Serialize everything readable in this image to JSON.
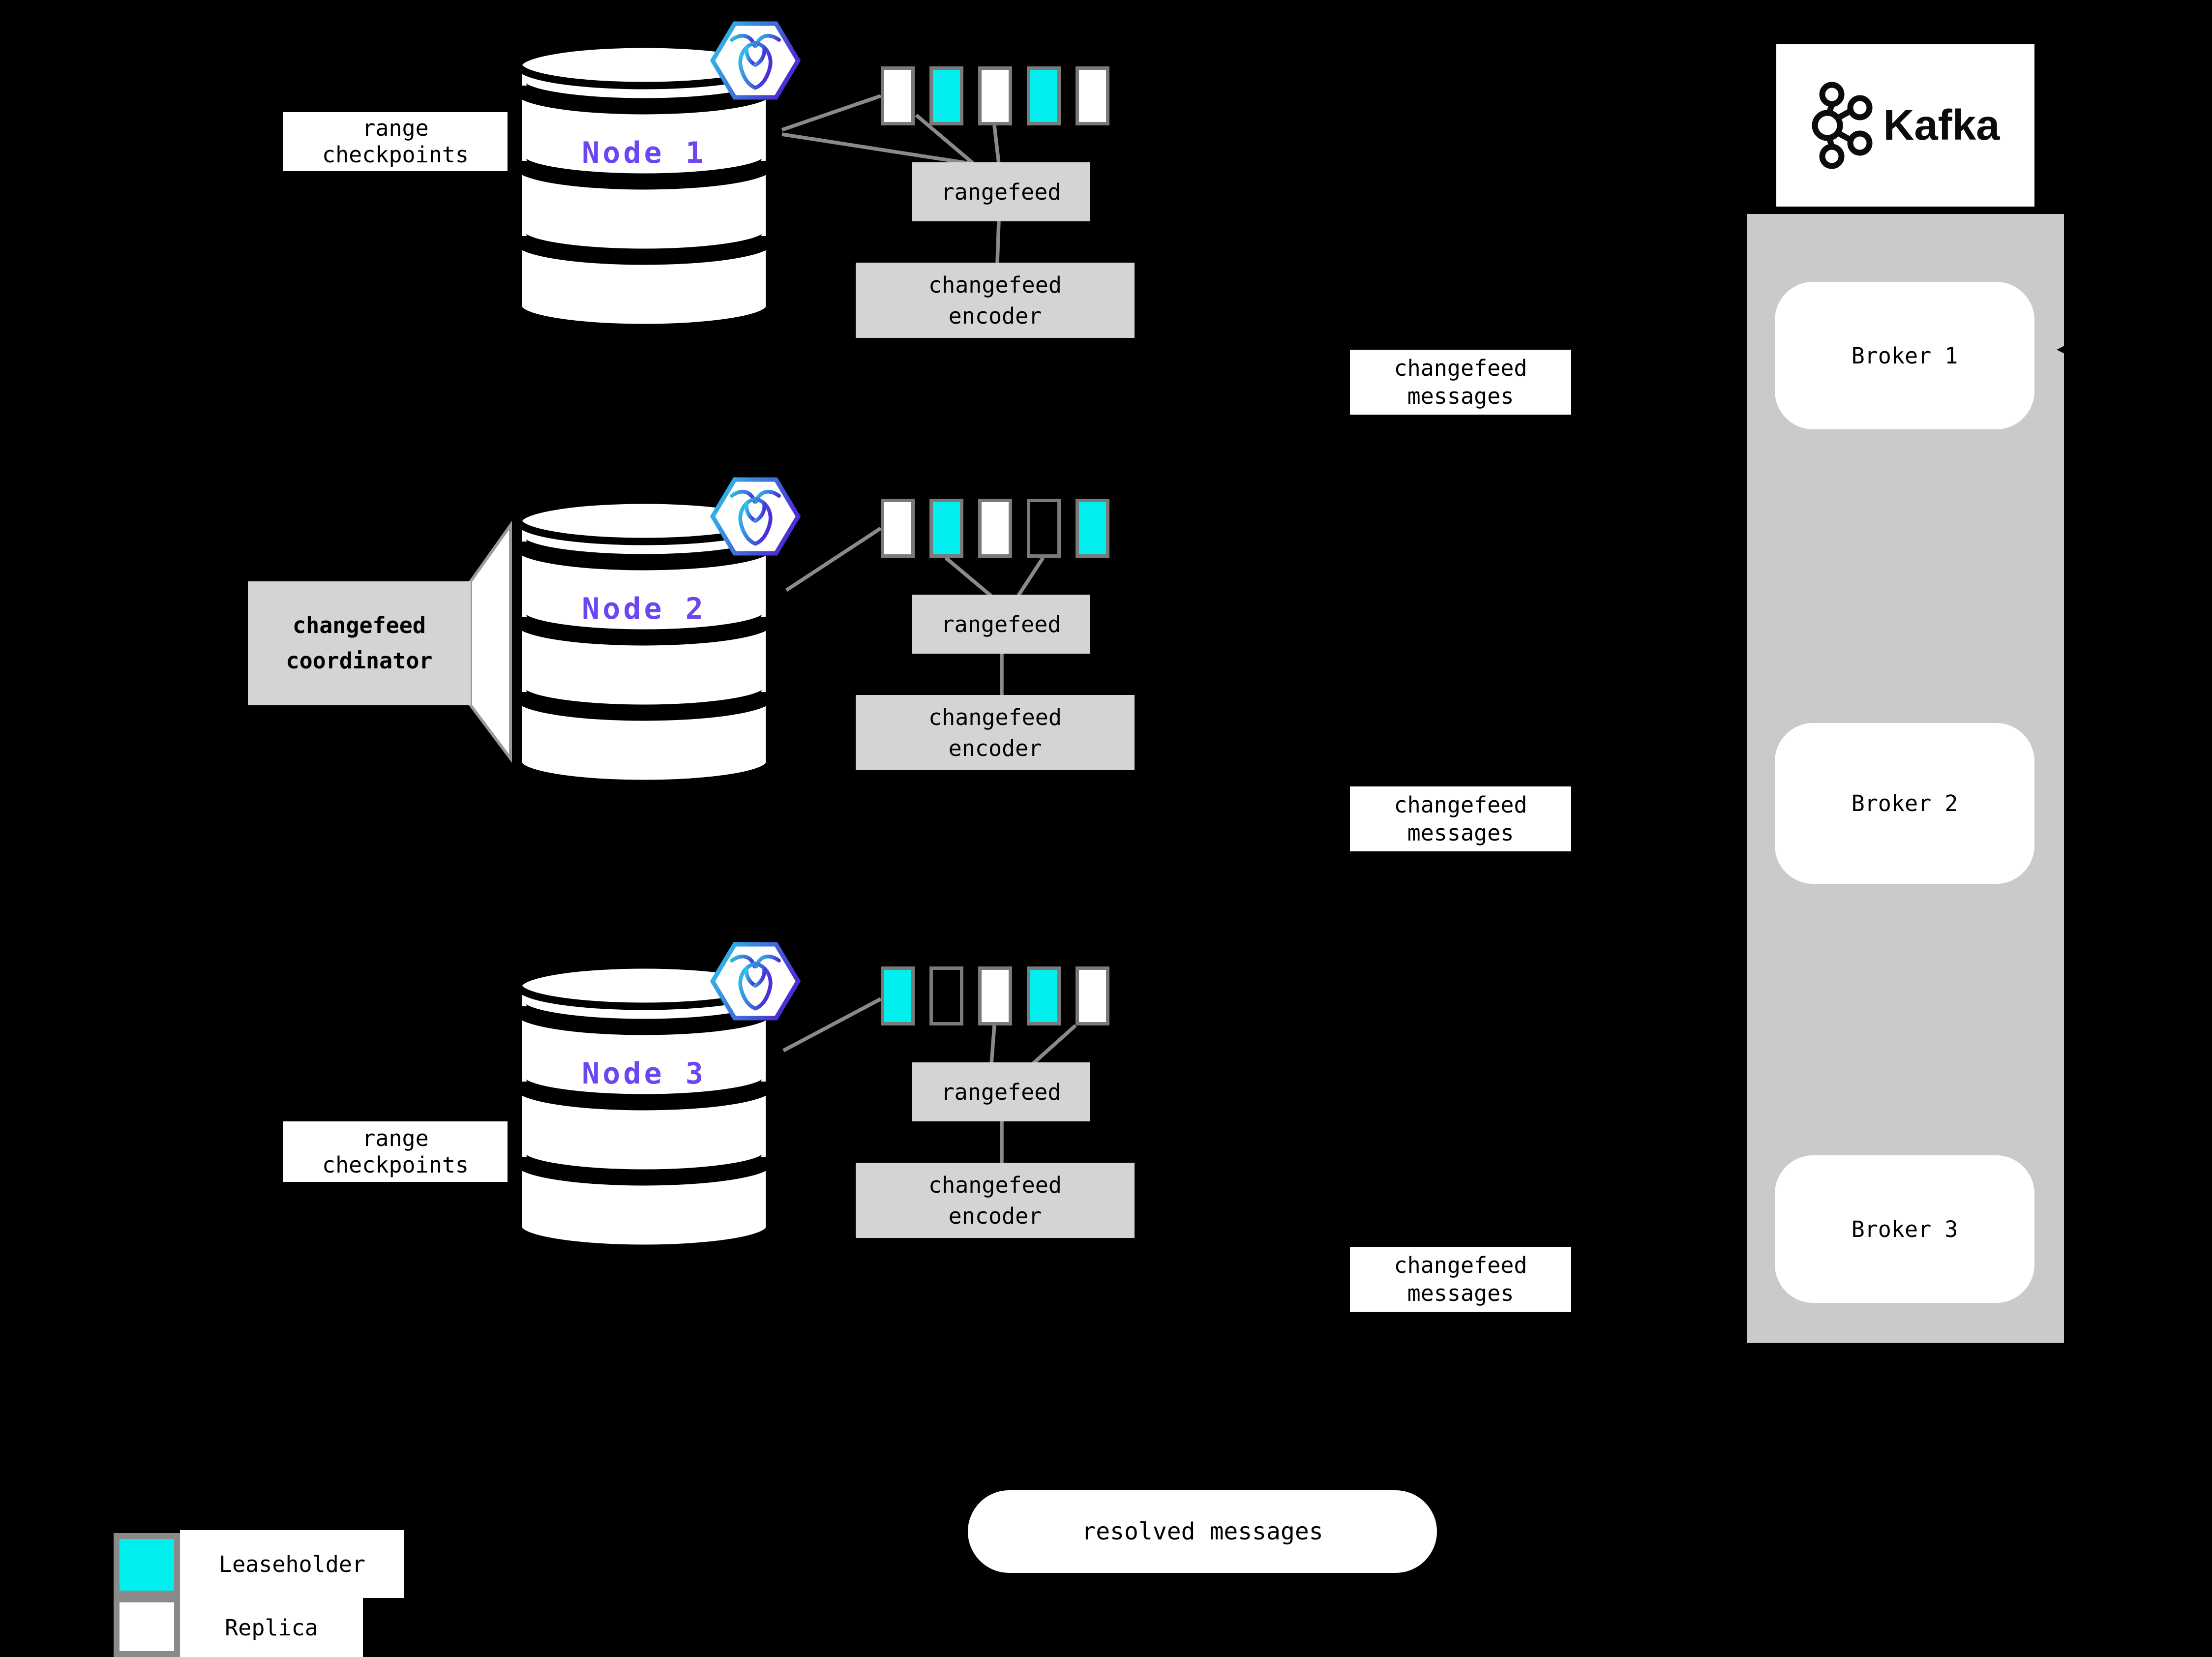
{
  "nodes": [
    {
      "name": "Node 1",
      "checkpoint_label": "range checkpoints",
      "rangefeed_label": "rangefeed",
      "encoder_label": "changefeed encoder",
      "messages_label": "changefeed messages",
      "ranges": [
        "replica",
        "leaseholder",
        "replica",
        "leaseholder",
        "replica"
      ]
    },
    {
      "name": "Node 2",
      "coordinator_label": "changefeed coordinator",
      "rangefeed_label": "rangefeed",
      "encoder_label": "changefeed encoder",
      "messages_label": "changefeed messages",
      "ranges": [
        "replica",
        "leaseholder",
        "replica",
        "none",
        "leaseholder"
      ]
    },
    {
      "name": "Node 3",
      "checkpoint_label": "range checkpoints",
      "rangefeed_label": "rangefeed",
      "encoder_label": "changefeed encoder",
      "messages_label": "changefeed messages",
      "ranges": [
        "leaseholder",
        "none",
        "replica",
        "leaseholder",
        "replica"
      ]
    }
  ],
  "kafka": {
    "label": "Kafka",
    "brokers": [
      "Broker 1",
      "Broker 2",
      "Broker 3"
    ]
  },
  "resolved_messages_label": "resolved messages",
  "legend": {
    "items": [
      {
        "label": "Leaseholder",
        "type": "leaseholder"
      },
      {
        "label": "Replica",
        "type": "replica"
      }
    ]
  },
  "icons": {
    "node_badge": "cockroachdb-icon",
    "sink_logo": "kafka-logo-icon",
    "arrow": "left-arrowhead-icon"
  },
  "colors": {
    "background": "#000000",
    "leaseholder": "#00f0f0",
    "replica": "#ffffff",
    "kafka_container": "#cacaca",
    "label_gray": "#d4d4d4",
    "node_purple": "#6b46f2",
    "connector_gray": "#8a8a8a"
  }
}
